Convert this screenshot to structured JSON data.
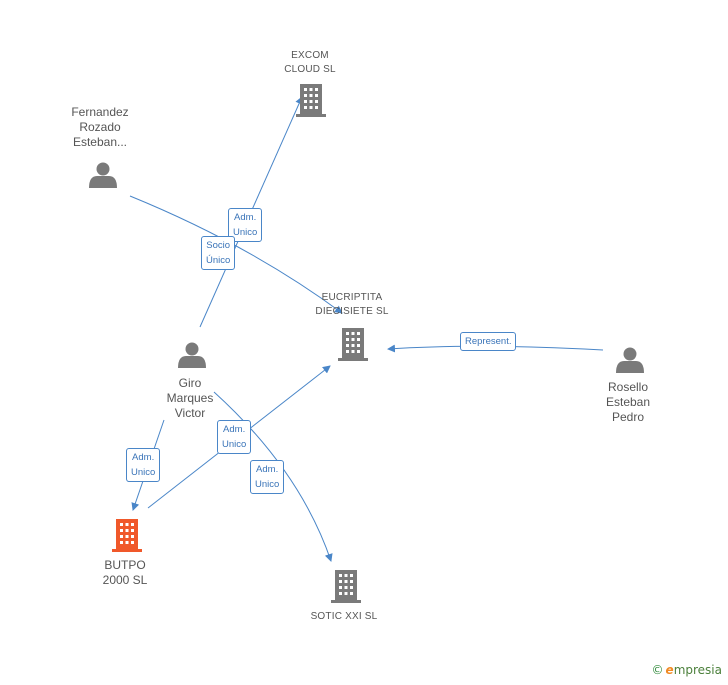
{
  "nodes": {
    "excom": {
      "line1": "EXCOM",
      "line2": "CLOUD SL"
    },
    "fernandez": {
      "line1": "Fernandez",
      "line2": "Rozado",
      "line3": "Esteban..."
    },
    "eucriptita": {
      "line1": "EUCRIPTITA",
      "line2": "DIECISIETE SL"
    },
    "giro": {
      "line1": "Giro",
      "line2": "Marques",
      "line3": "Victor"
    },
    "rosello": {
      "line1": "Rosello",
      "line2": "Esteban",
      "line3": "Pedro"
    },
    "butpo": {
      "line1": "BUTPO",
      "line2": "2000 SL"
    },
    "sotic": {
      "line1": "SOTIC XXI SL"
    }
  },
  "edge_labels": {
    "giro_excom": {
      "line1": "Adm.",
      "line2": "Unico"
    },
    "fernandez_eucriptita": {
      "line1": "Socio",
      "line2": "Único"
    },
    "rosello_eucriptita": {
      "line1": "Represent."
    },
    "giro_butpo": {
      "line1": "Adm.",
      "line2": "Unico"
    },
    "butpo_eucriptita": {
      "line1": "Adm.",
      "line2": "Unico"
    },
    "giro_sotic": {
      "line1": "Adm.",
      "line2": "Unico"
    }
  },
  "colors": {
    "edge": "#4a86c8",
    "person": "#7a7a7a",
    "company": "#7a7a7a",
    "highlight_company": "#f0582a"
  },
  "brand": {
    "copyright": "©",
    "initial": "e",
    "rest": "mpresia"
  }
}
